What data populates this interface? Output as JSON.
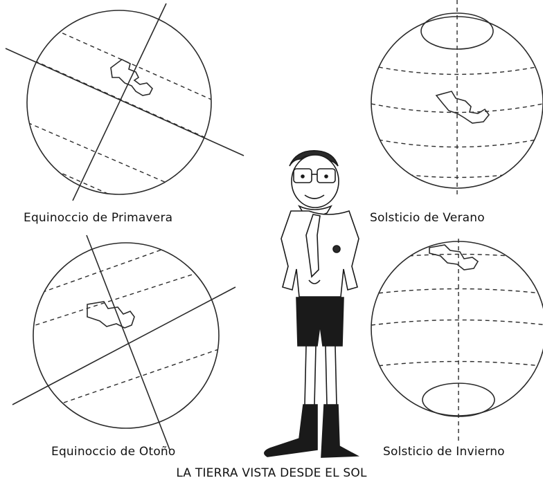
{
  "labels": {
    "equinox_spring": "Equinoccio de Primavera",
    "solstice_summer": "Solsticio de Verano",
    "equinox_autumn": "Equinoccio de Otoño",
    "solstice_winter": "Solsticio de Invierno"
  },
  "caption": "LA TIERRA VISTA DESDE EL SOL",
  "colors": {
    "ink": "#2a2a2a",
    "background": "#ffffff"
  }
}
